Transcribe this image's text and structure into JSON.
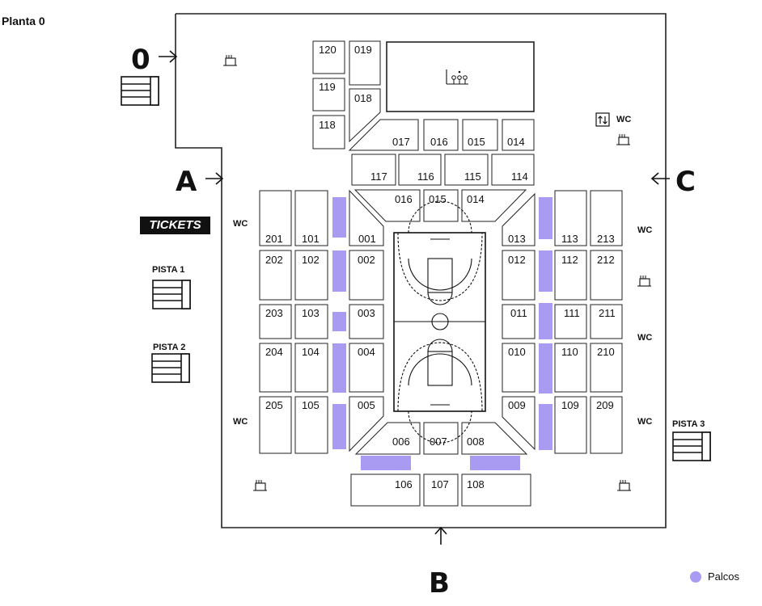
{
  "title": "Planta 0",
  "tickets": "TICKETS",
  "legend": {
    "label": "Palcos",
    "color": "#a99bf2"
  },
  "gates": {
    "zero": "0",
    "a": "A",
    "b": "B",
    "c": "C"
  },
  "labels": {
    "pista1": "PISTA 1",
    "pista2": "PISTA 2",
    "pista3": "PISTA 3",
    "wc": "WC"
  },
  "sections": {
    "s120": "120",
    "s019": "019",
    "s119": "119",
    "s018": "018",
    "s118": "118",
    "s017": "017",
    "s016t": "016",
    "s015t": "015",
    "s014t": "014",
    "s117": "117",
    "s116": "116",
    "s115": "115",
    "s114": "114",
    "s016": "016",
    "s015": "015",
    "s014": "014",
    "s201": "201",
    "s101": "101",
    "s001": "001",
    "s013": "013",
    "s113": "113",
    "s213": "213",
    "s202": "202",
    "s102": "102",
    "s002": "002",
    "s012": "012",
    "s112": "112",
    "s212": "212",
    "s203": "203",
    "s103": "103",
    "s003": "003",
    "s011": "011",
    "s111": "111",
    "s211": "211",
    "s204": "204",
    "s104": "104",
    "s004": "004",
    "s010": "010",
    "s110": "110",
    "s210": "210",
    "s205": "205",
    "s105": "105",
    "s005": "005",
    "s009": "009",
    "s109": "109",
    "s209": "209",
    "s006": "006",
    "s007": "007",
    "s008": "008",
    "s106": "106",
    "s107": "107",
    "s108": "108"
  }
}
